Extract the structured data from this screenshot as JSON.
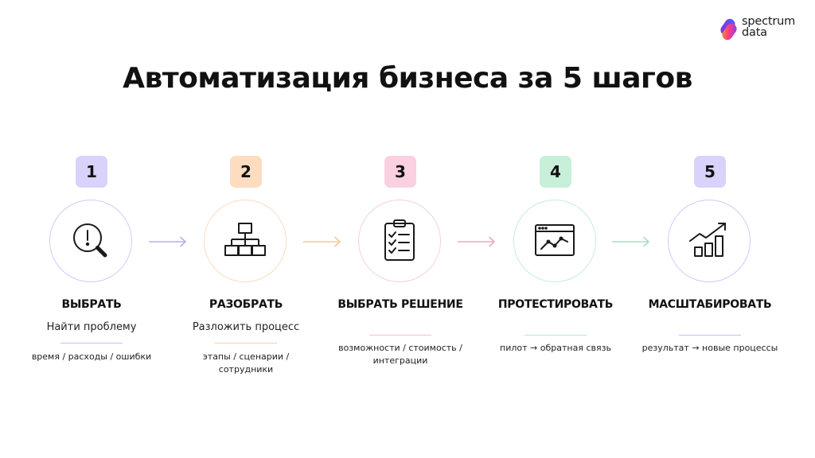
{
  "logo": {
    "line1": "spectrum",
    "line2": "data"
  },
  "title": "Автоматизация бизнеса за 5 шагов",
  "steps": [
    {
      "number": "1",
      "icon": "search-alert-icon",
      "title": "ВЫБРАТЬ",
      "subtitle": "Найти проблему",
      "details": "время / расходы / ошибки",
      "badge_color": "#d9d2fb",
      "ring_color": "#d3caf8",
      "line_color": "#c7bcf6"
    },
    {
      "number": "2",
      "icon": "hierarchy-icon",
      "title": "РАЗОБРАТЬ",
      "subtitle": "Разложить процесс",
      "details": "этапы / сценарии / сотрудники",
      "badge_color": "#fddcbf",
      "ring_color": "#fbdcc2",
      "line_color": "#f9cfaa"
    },
    {
      "number": "3",
      "icon": "clipboard-checklist-icon",
      "title": "ВЫБРАТЬ РЕШЕНИЕ",
      "subtitle": "",
      "details": "возможности / стоимость / интеграции",
      "badge_color": "#fbd0e0",
      "ring_color": "#f9cfde",
      "line_color": "#f6bfd1"
    },
    {
      "number": "4",
      "icon": "monitor-chart-icon",
      "title": "ПРОТЕСТИРОВАТЬ",
      "subtitle": "",
      "details": "пилот → обратная связь",
      "badge_color": "#c7efd9",
      "ring_color": "#c6eed8",
      "line_color": "#b6e8cc"
    },
    {
      "number": "5",
      "icon": "growth-bars-icon",
      "title": "МАСШТАБИРОВАТЬ",
      "subtitle": "",
      "details": "результат → новые процессы",
      "badge_color": "#d9d2fb",
      "ring_color": "#d3caf8",
      "line_color": "#c7bcf6"
    }
  ],
  "arrow_colors": [
    "#b9adf2",
    "#f8c79a",
    "#f4a6c0",
    "#a4e2c0"
  ]
}
